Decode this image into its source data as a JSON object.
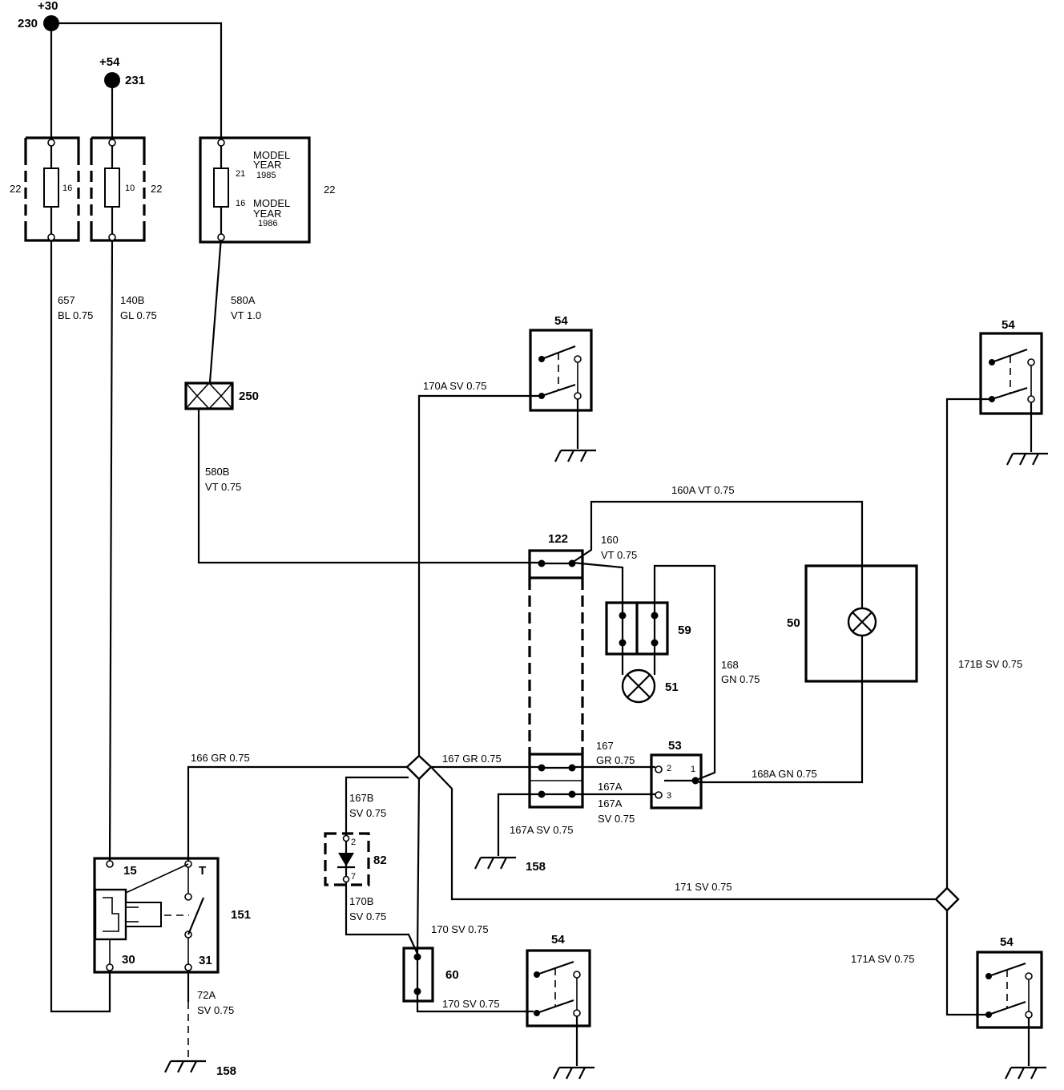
{
  "terminals": {
    "t30_label": "+30",
    "t30_number": "230",
    "t54_label": "+54",
    "t54_number": "231"
  },
  "fuses": {
    "fuse16": {
      "box": "22",
      "rating": "16"
    },
    "fuse10": {
      "box": "22",
      "rating": "10"
    },
    "fuse_model": {
      "box": "22",
      "rating_1": "21",
      "model_1": "MODEL",
      "year_1": "YEAR",
      "year_val_1": "1985",
      "rating_2": "16",
      "model_2": "MODEL",
      "year_2": "YEAR",
      "year_val_2": "1986"
    }
  },
  "wires": {
    "w657_id": "657",
    "w657_spec": "BL 0.75",
    "w140b_id": "140B",
    "w140b_spec": "GL 0.75",
    "w580a_id": "580A",
    "w580a_spec": "VT 1.0",
    "w580b_id": "580B",
    "w580b_spec": "VT 0.75",
    "w170a": "170A SV 0.75",
    "w160a": "160A VT 0.75",
    "w160_id": "160",
    "w160_spec": "VT 0.75",
    "w168_id": "168",
    "w168_spec": "GN 0.75",
    "w171b": "171B SV 0.75",
    "w166": "166 GR 0.75",
    "w167": "167 GR 0.75",
    "w167_right_id": "167",
    "w167_right_spec": "GR 0.75",
    "w167a_top": "167A",
    "w167a_id": "167A",
    "w167a_spec": "SV 0.75",
    "w167a_left": "167A SV 0.75",
    "w168a": "168A GN 0.75",
    "w167b_id": "167B",
    "w167b_spec": "SV 0.75",
    "w170b_id": "170B",
    "w170b_spec": "SV 0.75",
    "w171": "171 SV 0.75",
    "w170_top": "170 SV 0.75",
    "w170_bottom": "170 SV 0.75",
    "w171a": "171A SV 0.75",
    "w72a_id": "72A",
    "w72a_spec": "SV 0.75"
  },
  "components": {
    "connector_250": "250",
    "connector_122": "122",
    "switch_54_top": "54",
    "switch_54_right_top": "54",
    "switch_54_bottom": "54",
    "switch_54_right_bottom": "54",
    "connector_59": "59",
    "lamp_51": "51",
    "lamp_50": "50",
    "switch_53": "53",
    "switch_53_pin1": "1",
    "switch_53_pin2": "2",
    "switch_53_pin3": "3",
    "ground_158_mid": "158",
    "ground_158_bottom": "158",
    "diode_82": "82",
    "diode_pin2": "2",
    "diode_pin7": "7",
    "connector_60": "60",
    "relay_151": "151",
    "relay_pin15": "15",
    "relay_pinT": "T",
    "relay_pin30": "30",
    "relay_pin31": "31"
  }
}
